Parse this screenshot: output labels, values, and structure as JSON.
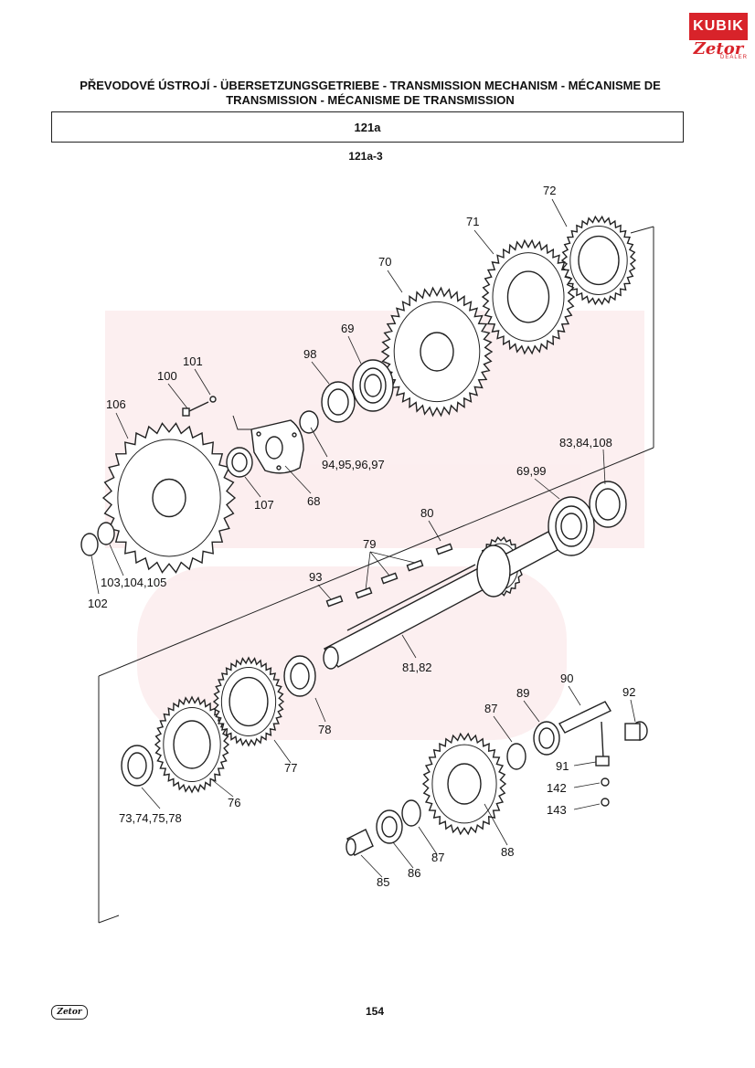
{
  "logo": {
    "top_text": "KUBIK",
    "brand": "Zetor",
    "sub": "DEALER"
  },
  "header": {
    "title_line1": "PŘEVODOVÉ ÚSTROJÍ - ÜBERSETZUNGSGETRIEBE - TRANSMISSION MECHANISM - MÉCANISME DE",
    "title_line2": "TRANSMISSION - MÉCANISME DE TRANSMISSION",
    "section_code": "121a",
    "sub_code": "121a-3"
  },
  "parts": [
    {
      "key": "p72",
      "label": "72"
    },
    {
      "key": "p71",
      "label": "71"
    },
    {
      "key": "p70",
      "label": "70"
    },
    {
      "key": "p69",
      "label": "69"
    },
    {
      "key": "p98",
      "label": "98"
    },
    {
      "key": "p101",
      "label": "101"
    },
    {
      "key": "p100",
      "label": "100"
    },
    {
      "key": "p106",
      "label": "106"
    },
    {
      "key": "p94",
      "label": "94,95,96,97"
    },
    {
      "key": "p83",
      "label": "83,84,108"
    },
    {
      "key": "p6999",
      "label": "69,99"
    },
    {
      "key": "p107",
      "label": "107"
    },
    {
      "key": "p68",
      "label": "68"
    },
    {
      "key": "p80",
      "label": "80"
    },
    {
      "key": "p79",
      "label": "79"
    },
    {
      "key": "p93",
      "label": "93"
    },
    {
      "key": "p103",
      "label": "103,104,105"
    },
    {
      "key": "p102",
      "label": "102"
    },
    {
      "key": "p8182",
      "label": "81,82"
    },
    {
      "key": "p90",
      "label": "90"
    },
    {
      "key": "p92",
      "label": "92"
    },
    {
      "key": "p89",
      "label": "89"
    },
    {
      "key": "p87a",
      "label": "87"
    },
    {
      "key": "p78",
      "label": "78"
    },
    {
      "key": "p77",
      "label": "77"
    },
    {
      "key": "p76",
      "label": "76"
    },
    {
      "key": "p73",
      "label": "73,74,75,78"
    },
    {
      "key": "p91",
      "label": "91"
    },
    {
      "key": "p142",
      "label": "142"
    },
    {
      "key": "p143",
      "label": "143"
    },
    {
      "key": "p88",
      "label": "88"
    },
    {
      "key": "p87b",
      "label": "87"
    },
    {
      "key": "p86",
      "label": "86"
    },
    {
      "key": "p85",
      "label": "85"
    }
  ],
  "footer": {
    "page_number": "154",
    "logo_text": "Zetor"
  }
}
